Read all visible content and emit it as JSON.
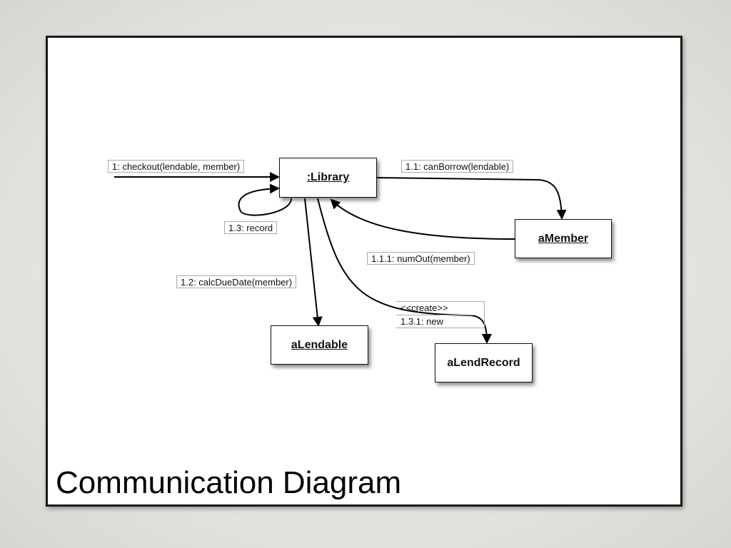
{
  "title": "Communication Diagram",
  "nodes": {
    "library": ":Library",
    "member": "aMember",
    "lendable": "aLendable",
    "lendrecord": "aLendRecord"
  },
  "messages": {
    "checkout": "1: checkout(lendable, member)",
    "can_borrow": "1.1: canBorrow(lendable)",
    "record": "1.3: record",
    "num_out": "1.1.1: numOut(member)",
    "calc_due_date": "1.2: calcDueDate(member)",
    "create_stereotype": "<<create>>",
    "new": "1.3.1: new"
  }
}
